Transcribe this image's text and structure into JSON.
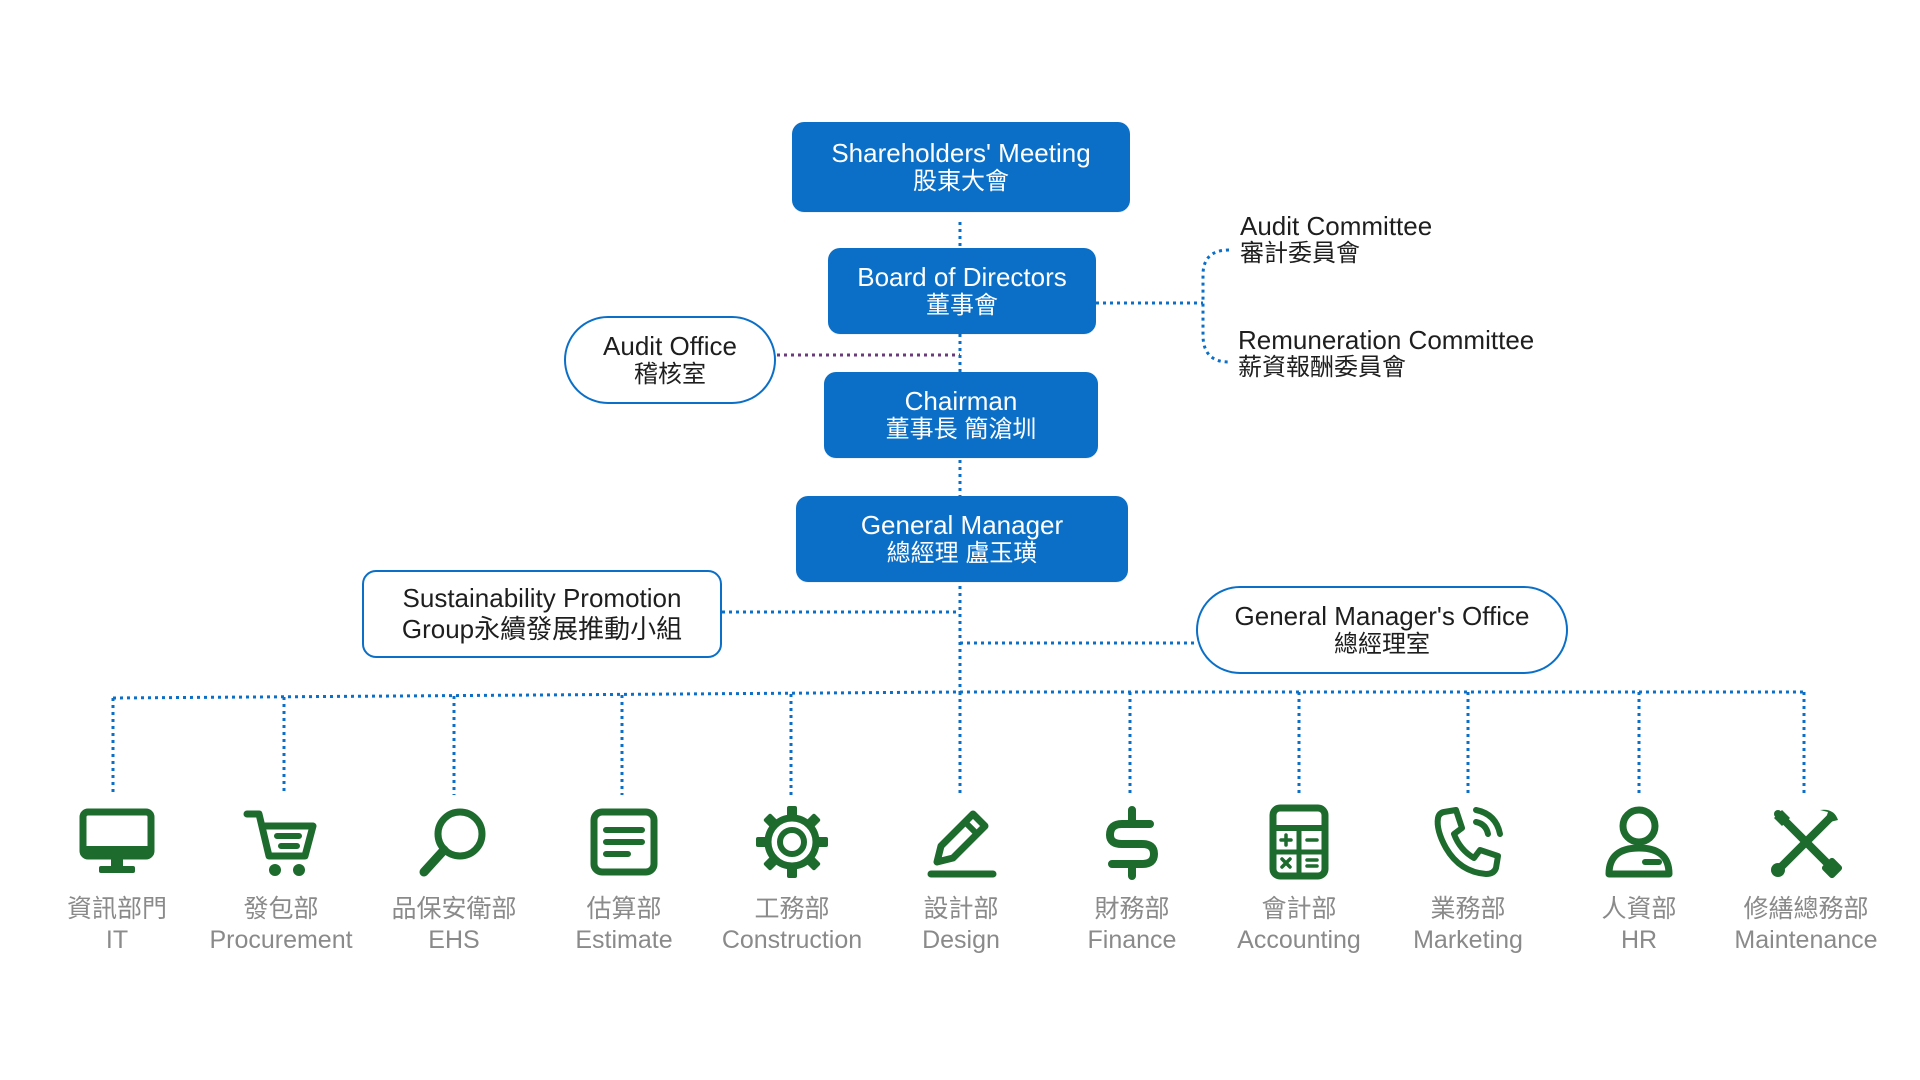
{
  "colors": {
    "brand_blue": "#0b6fc7",
    "icon_green": "#1e6b2e",
    "dept_text": "#8a8a8a",
    "connector_purple": "#6a3a7a"
  },
  "shareholders": {
    "en": "Shareholders' Meeting",
    "zh": "股東大會"
  },
  "board": {
    "en": "Board of Directors",
    "zh": "董事會"
  },
  "audit_committee": {
    "en": "Audit Committee",
    "zh": "審計委員會"
  },
  "remuneration_committee": {
    "en": "Remuneration Committee",
    "zh": "薪資報酬委員會"
  },
  "audit_office": {
    "en": "Audit Office",
    "zh": "稽核室"
  },
  "chairman": {
    "en": "Chairman",
    "zh": "董事長 簡滄圳"
  },
  "general_manager": {
    "en": "General Manager",
    "zh": "總經理 盧玉璜"
  },
  "sustainability": {
    "line1": "Sustainability Promotion",
    "line2": "Group永續發展推動小組"
  },
  "gm_office": {
    "en": "General Manager's Office",
    "zh": "總經理室"
  },
  "departments": [
    {
      "zh": "資訊部門",
      "en": "IT",
      "icon": "monitor-icon"
    },
    {
      "zh": "發包部",
      "en": "Procurement",
      "icon": "shopping-cart-icon"
    },
    {
      "zh": "品保安衛部",
      "en": "EHS",
      "icon": "magnifier-icon"
    },
    {
      "zh": "估算部",
      "en": "Estimate",
      "icon": "document-lines-icon"
    },
    {
      "zh": "工務部",
      "en": "Construction",
      "icon": "gear-icon"
    },
    {
      "zh": "設計部",
      "en": "Design",
      "icon": "pencil-icon"
    },
    {
      "zh": "財務部",
      "en": "Finance",
      "icon": "dollar-icon"
    },
    {
      "zh": "會計部",
      "en": "Accounting",
      "icon": "calculator-icon"
    },
    {
      "zh": "業務部",
      "en": "Marketing",
      "icon": "phone-icon"
    },
    {
      "zh": "人資部",
      "en": "HR",
      "icon": "person-icon"
    },
    {
      "zh": "修繕總務部",
      "en": "Maintenance",
      "icon": "tools-icon"
    }
  ]
}
